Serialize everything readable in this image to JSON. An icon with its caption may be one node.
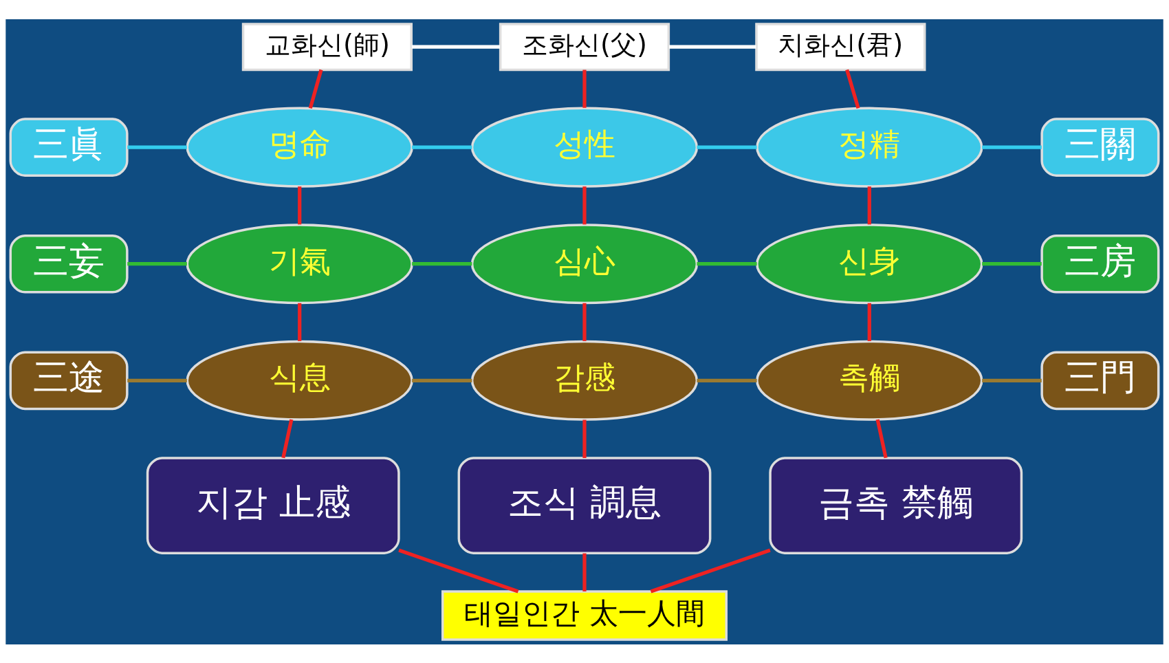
{
  "diagram": {
    "nodes": [
      {
        "text": [
          "교화신(師)"
        ]
      },
      {
        "text": [
          "조화신(父)"
        ]
      },
      {
        "text": [
          "치화신(君)"
        ]
      },
      {
        "text": [
          "三眞"
        ]
      },
      {
        "text": [
          "명命"
        ]
      },
      {
        "text": [
          "성性"
        ]
      },
      {
        "text": [
          "정精"
        ]
      },
      {
        "text": [
          "三關"
        ]
      },
      {
        "text": [
          "三妄"
        ]
      },
      {
        "text": [
          "기氣"
        ]
      },
      {
        "text": [
          "심心"
        ]
      },
      {
        "text": [
          "신身"
        ]
      },
      {
        "text": [
          "三房"
        ]
      },
      {
        "text": [
          "三途"
        ]
      },
      {
        "text": [
          "식息"
        ]
      },
      {
        "text": [
          "감感"
        ]
      },
      {
        "text": [
          "촉觸"
        ]
      },
      {
        "text": [
          "三門"
        ]
      },
      {
        "text": [
          "지감 止感"
        ]
      },
      {
        "text": [
          "조식 調息"
        ]
      },
      {
        "text": [
          "금촉 禁觸"
        ]
      },
      {
        "text": [
          "태일인간 太一人間"
        ]
      }
    ],
    "edges": [
      {
        "from": 0,
        "to": 1,
        "arrow": "none",
        "color": "#ffffff"
      },
      {
        "from": 1,
        "to": 2,
        "arrow": "none",
        "color": "#ffffff"
      },
      {
        "from": 3,
        "to": 4,
        "arrow": "none",
        "color": "#33ccee"
      },
      {
        "from": 4,
        "to": 5,
        "arrow": "none",
        "color": "#33ccee"
      },
      {
        "from": 5,
        "to": 6,
        "arrow": "none",
        "color": "#33ccee"
      },
      {
        "from": 6,
        "to": 7,
        "arrow": "none",
        "color": "#33ccee"
      },
      {
        "from": 8,
        "to": 9,
        "arrow": "none",
        "color": "#33bb33"
      },
      {
        "from": 9,
        "to": 10,
        "arrow": "none",
        "color": "#33bb33"
      },
      {
        "from": 10,
        "to": 11,
        "arrow": "none",
        "color": "#33bb33"
      },
      {
        "from": 11,
        "to": 12,
        "arrow": "none",
        "color": "#33bb33"
      },
      {
        "from": 13,
        "to": 14,
        "arrow": "none",
        "color": "#9a7a30"
      },
      {
        "from": 14,
        "to": 15,
        "arrow": "none",
        "color": "#9a7a30"
      },
      {
        "from": 15,
        "to": 16,
        "arrow": "none",
        "color": "#9a7a30"
      },
      {
        "from": 16,
        "to": 17,
        "arrow": "none",
        "color": "#9a7a30"
      },
      {
        "from": 0,
        "to": 4,
        "arrow": "none"
      },
      {
        "from": 4,
        "to": 9,
        "arrow": "none"
      },
      {
        "from": 9,
        "to": 14,
        "arrow": "none"
      },
      {
        "from": 14,
        "to": 18,
        "arrow": "none"
      },
      {
        "from": 1,
        "to": 5,
        "arrow": "none"
      },
      {
        "from": 5,
        "to": 10,
        "arrow": "none"
      },
      {
        "from": 10,
        "to": 15,
        "arrow": "none"
      },
      {
        "from": 15,
        "to": 19,
        "arrow": "none"
      },
      {
        "from": 2,
        "to": 6,
        "arrow": "none"
      },
      {
        "from": 6,
        "to": 11,
        "arrow": "none"
      },
      {
        "from": 11,
        "to": 16,
        "arrow": "none"
      },
      {
        "from": 16,
        "to": 20,
        "arrow": "none"
      },
      {
        "from": 18,
        "to": 21,
        "arrow": "none"
      },
      {
        "from": 19,
        "to": 21,
        "arrow": "none"
      },
      {
        "from": 20,
        "to": 21,
        "arrow": "none"
      }
    ]
  }
}
